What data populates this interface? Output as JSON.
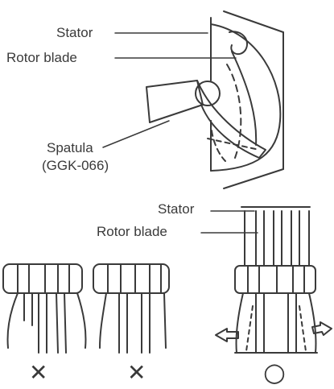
{
  "top_diagram": {
    "labels": {
      "stator": "Stator",
      "rotor_blade": "Rotor blade",
      "spatula_line1": "Spatula",
      "spatula_line2": "(GGK-066)"
    }
  },
  "bottom_diagram": {
    "labels": {
      "stator": "Stator",
      "rotor_blade": "Rotor blade"
    },
    "marks": {
      "left": "✕",
      "middle": "✕",
      "right": "○"
    }
  },
  "colors": {
    "ink": "#3a3a3a",
    "background": "#ffffff"
  }
}
